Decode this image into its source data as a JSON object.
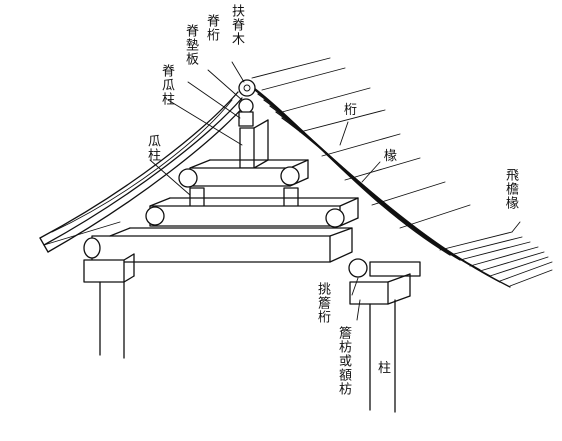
{
  "labels": {
    "fuchiboku": "扶脊木",
    "munageta": "脊桁",
    "sekiseiban": "脊墊板",
    "sekikachu": "脊瓜柱",
    "kachu": "瓜柱",
    "keta": "桁",
    "taruki": "椽",
    "hiyoken": "飛檐椽",
    "toentan": "挑簷桁",
    "hashira": "柱",
    "yanzai": "簷枋或額枋"
  }
}
